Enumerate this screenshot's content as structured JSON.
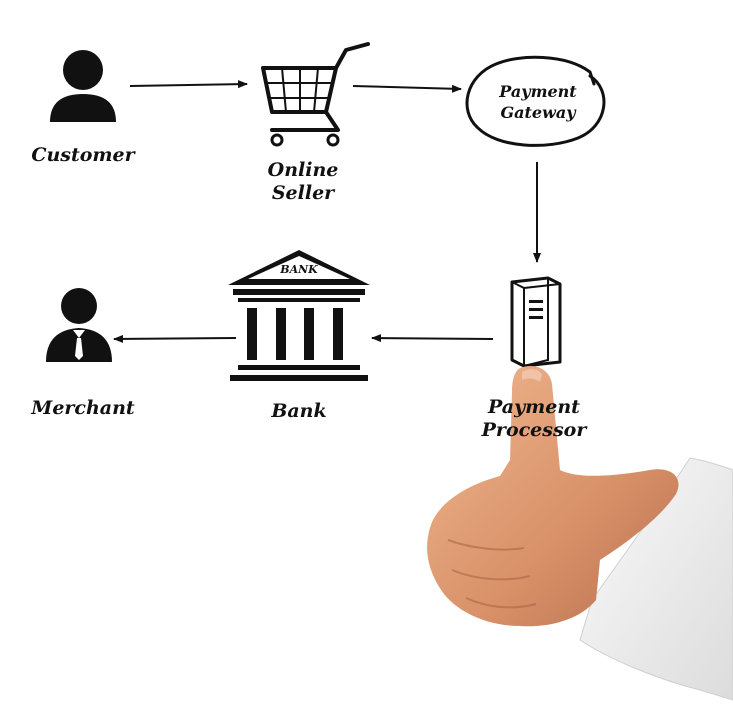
{
  "nodes": {
    "customer": {
      "label": "Customer"
    },
    "online_seller": {
      "line1": "Online",
      "line2": "Seller"
    },
    "payment_gateway": {
      "line1": "Payment",
      "line2": "Gateway"
    },
    "payment_processor": {
      "line1": "Payment",
      "line2": "Processor"
    },
    "bank": {
      "label": "Bank",
      "sign": "BANK"
    },
    "merchant": {
      "label": "Merchant"
    }
  },
  "edges": [
    {
      "from": "customer",
      "to": "online_seller"
    },
    {
      "from": "online_seller",
      "to": "payment_gateway"
    },
    {
      "from": "payment_gateway",
      "to": "payment_processor"
    },
    {
      "from": "payment_processor",
      "to": "bank"
    },
    {
      "from": "bank",
      "to": "merchant"
    }
  ],
  "colors": {
    "ink": "#111111",
    "skin": "#e0a078",
    "sleeve": "#f2f2f0"
  }
}
